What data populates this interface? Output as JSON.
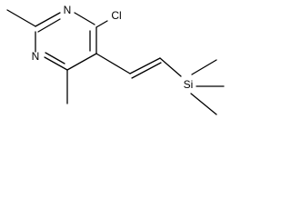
{
  "molecule": {
    "atoms": {
      "n1": "N",
      "n3": "N",
      "cl": "Cl",
      "si": "Si"
    },
    "colors": {
      "line": "#000000",
      "background": "#ffffff"
    }
  }
}
